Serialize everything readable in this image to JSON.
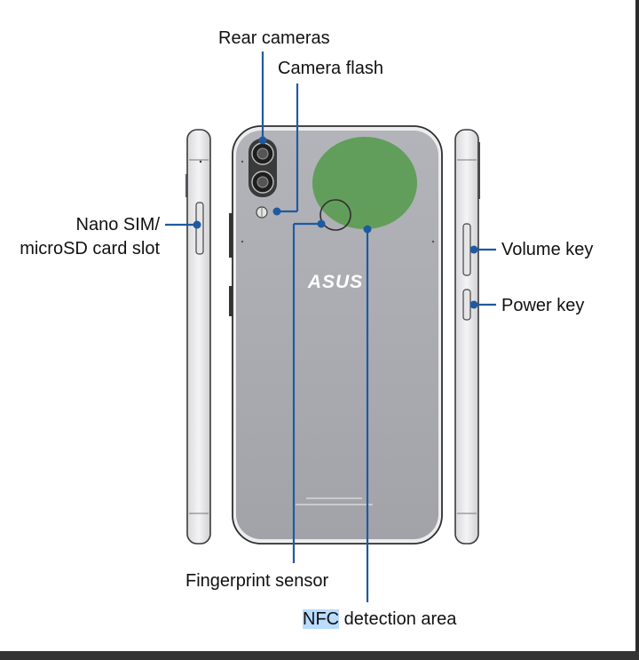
{
  "diagram": {
    "labels": {
      "rear_cameras": "Rear cameras",
      "camera_flash": "Camera flash",
      "nano_sim_line1": "Nano SIM/",
      "nano_sim_line2": "microSD card slot",
      "volume_key": "Volume key",
      "power_key": "Power key",
      "fingerprint_sensor": "Fingerprint sensor",
      "nfc_highlight": "NFC",
      "nfc_rest": " detection area"
    },
    "brand_logo": "ASUS",
    "colors": {
      "phone_back": "#a9aab0",
      "phone_frame": "#e9eaec",
      "nfc_area": "#5a9a52",
      "callout_line": "#1f5aa0",
      "highlight": "#b9dcff"
    }
  }
}
